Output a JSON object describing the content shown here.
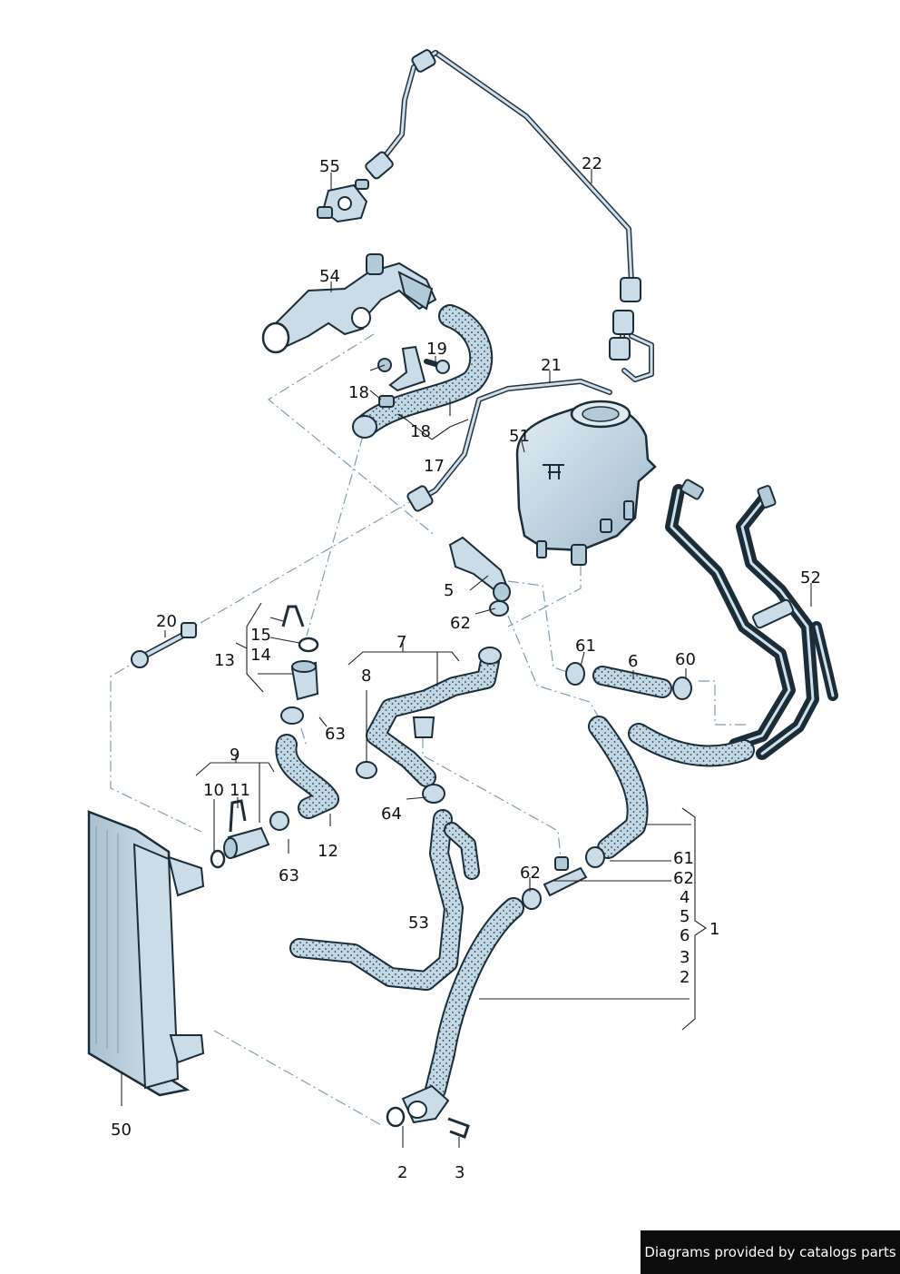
{
  "footer": {
    "credit": "Diagrams provided by catalogs parts"
  },
  "labels": {
    "l55": "55",
    "l22": "22",
    "l54": "54",
    "l19": "19",
    "l18a": "18",
    "l18b": "18",
    "l21": "21",
    "l51": "51",
    "l17": "17",
    "l52": "52",
    "l5": "5",
    "l62a": "62",
    "l20": "20",
    "l15": "15",
    "l14": "14",
    "l13": "13",
    "l7": "7",
    "l61a": "61",
    "l6": "6",
    "l60": "60",
    "l8": "8",
    "l63a": "63",
    "l9": "9",
    "l10": "10",
    "l11": "11",
    "l12": "12",
    "l63b": "63",
    "l64": "64",
    "l61b": "61",
    "l62b": "62",
    "l62c": "62",
    "l4": "4",
    "l5b": "5",
    "l1": "1",
    "l6b": "6",
    "l3": "3",
    "l2": "2",
    "l53": "53",
    "l50": "50",
    "l2b": "2",
    "l3b": "3"
  },
  "colors": {
    "part_fill": "#c9dce8",
    "outline": "#1c2d3a",
    "dash_line": "#7f9db0",
    "badge_bg": "#0c0c0c"
  }
}
